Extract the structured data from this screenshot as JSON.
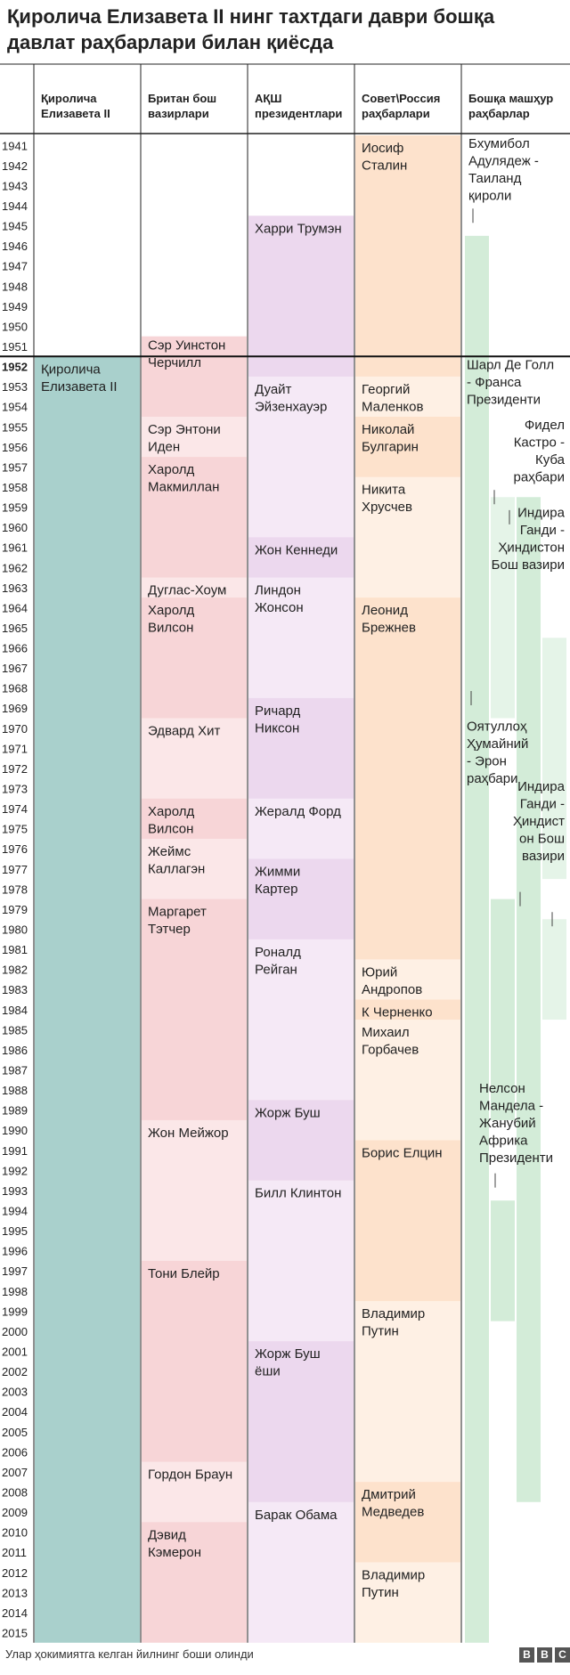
{
  "title": "Қиролича Елизавета II нинг тахтдаги даври бошқа давлат раҳбарлари билан қиёсда",
  "footer_note": "Улар ҳокимиятга келган йилнинг боши олинди",
  "logo_letters": [
    "B",
    "B",
    "C"
  ],
  "chart_data": {
    "type": "timeline",
    "year_range": [
      1941,
      2015
    ],
    "highlight_year": 1952,
    "columns": [
      {
        "id": "queen",
        "header": [
          "Қиролича",
          "Елизавета II"
        ],
        "color": "#a9d0cc",
        "items": [
          {
            "name": [
              "Қиролича",
              "Елизавета II"
            ],
            "start": 1952,
            "end": 2015
          }
        ]
      },
      {
        "id": "uk",
        "header": [
          "Британ бош",
          "вазирлари"
        ],
        "colors": [
          "#f7d5d7",
          "#fbe7e8"
        ],
        "items": [
          {
            "name": [
              "Сэр Уинстон",
              "Черчилл"
            ],
            "start": 1951,
            "end": 1955
          },
          {
            "name": [
              "Сэр Энтони",
              "Иден"
            ],
            "start": 1955,
            "end": 1957
          },
          {
            "name": [
              "Харолд",
              "Макмиллан"
            ],
            "start": 1957,
            "end": 1963
          },
          {
            "name": [
              "Дуглас-Хоум"
            ],
            "start": 1963,
            "end": 1964
          },
          {
            "name": [
              "Харолд",
              "Вилсон"
            ],
            "start": 1964,
            "end": 1970
          },
          {
            "name": [
              "Эдвард Хит"
            ],
            "start": 1970,
            "end": 1974
          },
          {
            "name": [
              "Харолд",
              "Вилсон"
            ],
            "start": 1974,
            "end": 1976
          },
          {
            "name": [
              "Жеймс",
              "Каллагэн"
            ],
            "start": 1976,
            "end": 1979
          },
          {
            "name": [
              "Маргарет",
              "Тэтчер"
            ],
            "start": 1979,
            "end": 1990
          },
          {
            "name": [
              "Жон Мейжор"
            ],
            "start": 1990,
            "end": 1997
          },
          {
            "name": [
              "Тони Блейр"
            ],
            "start": 1997,
            "end": 2007
          },
          {
            "name": [
              "Гордон Браун"
            ],
            "start": 2007,
            "end": 2010
          },
          {
            "name": [
              "Дэвид",
              "Кэмерон"
            ],
            "start": 2010,
            "end": 2015
          }
        ]
      },
      {
        "id": "us",
        "header": [
          "АҚШ",
          "президентлари"
        ],
        "colors": [
          "#ecd8ee",
          "#f5e9f6"
        ],
        "items": [
          {
            "name": [
              "Харри Трумэн"
            ],
            "start": 1945,
            "end": 1953
          },
          {
            "name": [
              "Дуайт",
              "Эйзенхауэр"
            ],
            "start": 1953,
            "end": 1961
          },
          {
            "name": [
              "Жон Кеннеди"
            ],
            "start": 1961,
            "end": 1963
          },
          {
            "name": [
              "Линдон",
              "Жонсон"
            ],
            "start": 1963,
            "end": 1969
          },
          {
            "name": [
              "Ричард",
              "Никсон"
            ],
            "start": 1969,
            "end": 1974
          },
          {
            "name": [
              "Жералд Форд"
            ],
            "start": 1974,
            "end": 1977
          },
          {
            "name": [
              "Жимми",
              "Картер"
            ],
            "start": 1977,
            "end": 1981
          },
          {
            "name": [
              "Роналд",
              "Рейган"
            ],
            "start": 1981,
            "end": 1989
          },
          {
            "name": [
              "Жорж Буш"
            ],
            "start": 1989,
            "end": 1993
          },
          {
            "name": [
              "Билл Клинтон"
            ],
            "start": 1993,
            "end": 2001
          },
          {
            "name": [
              "Жорж Буш",
              "ёши"
            ],
            "start": 2001,
            "end": 2009
          },
          {
            "name": [
              "Барак Обама"
            ],
            "start": 2009,
            "end": 2015
          }
        ]
      },
      {
        "id": "ussr",
        "header": [
          "Совет\\Россия",
          "раҳбарлари"
        ],
        "colors": [
          "#fde2cc",
          "#fef0e4"
        ],
        "items": [
          {
            "name": [
              "Иосиф",
              "Сталин"
            ],
            "start": 1941,
            "end": 1953
          },
          {
            "name": [
              "Георгий",
              "Маленков"
            ],
            "start": 1953,
            "end": 1955
          },
          {
            "name": [
              "Николай",
              "Булгарин"
            ],
            "start": 1955,
            "end": 1958
          },
          {
            "name": [
              "Никита",
              "Хрусчев"
            ],
            "start": 1958,
            "end": 1964
          },
          {
            "name": [
              "Леонид",
              "Брежнев"
            ],
            "start": 1964,
            "end": 1982
          },
          {
            "name": [
              "Юрий",
              "Андропов"
            ],
            "start": 1982,
            "end": 1984
          },
          {
            "name": [
              "К Черненко"
            ],
            "start": 1984,
            "end": 1985
          },
          {
            "name": [
              "Михаил",
              "Горбачев"
            ],
            "start": 1985,
            "end": 1991
          },
          {
            "name": [
              "Борис Елцин"
            ],
            "start": 1991,
            "end": 1999
          },
          {
            "name": [
              "Владимир",
              "Путин"
            ],
            "start": 1999,
            "end": 2008
          },
          {
            "name": [
              "Дмитрий",
              "Медведев"
            ],
            "start": 2008,
            "end": 2012
          },
          {
            "name": [
              "Владимир",
              "Путин"
            ],
            "start": 2012,
            "end": 2015
          }
        ]
      },
      {
        "id": "other",
        "header": [
          "Бошқа машҳур",
          "раҳбарлар"
        ],
        "colors": [
          "#d3ecd8",
          "#e5f4e8"
        ],
        "items": [
          {
            "name": [
              "Бхумибол",
              "Адулядеж -",
              "Таиланд",
              "қироли"
            ],
            "start": 1946,
            "end": 2015,
            "lane": 0
          },
          {
            "name": [
              "Шарл Де Голл",
              "- Франса",
              "Президенти"
            ],
            "start": 1959,
            "end": 1969,
            "lane": 1
          },
          {
            "name": [
              "Фидел",
              "Кастро -",
              "Куба",
              "раҳбари"
            ],
            "start": 1959,
            "end": 2008,
            "lane": 2
          },
          {
            "name": [
              "Индира",
              "Ганди -",
              "Ҳиндистон",
              "Бош вазири"
            ],
            "start": 1966,
            "end": 1977,
            "lane": 3
          },
          {
            "name": [
              "Оятуллоҳ",
              "Ҳумайний",
              "- Эрон",
              "раҳбари"
            ],
            "start": 1979,
            "end": 1989,
            "lane": 1
          },
          {
            "name": [
              "Индира",
              "Ганди -",
              "Ҳиндист",
              "он Бош",
              "вазири"
            ],
            "start": 1980,
            "end": 1984,
            "lane": 3
          },
          {
            "name": [
              "Нелсон",
              "Мандела -",
              "Жанубий",
              "Африка",
              "Президенти"
            ],
            "start": 1994,
            "end": 1999,
            "lane": 1
          }
        ]
      }
    ]
  }
}
